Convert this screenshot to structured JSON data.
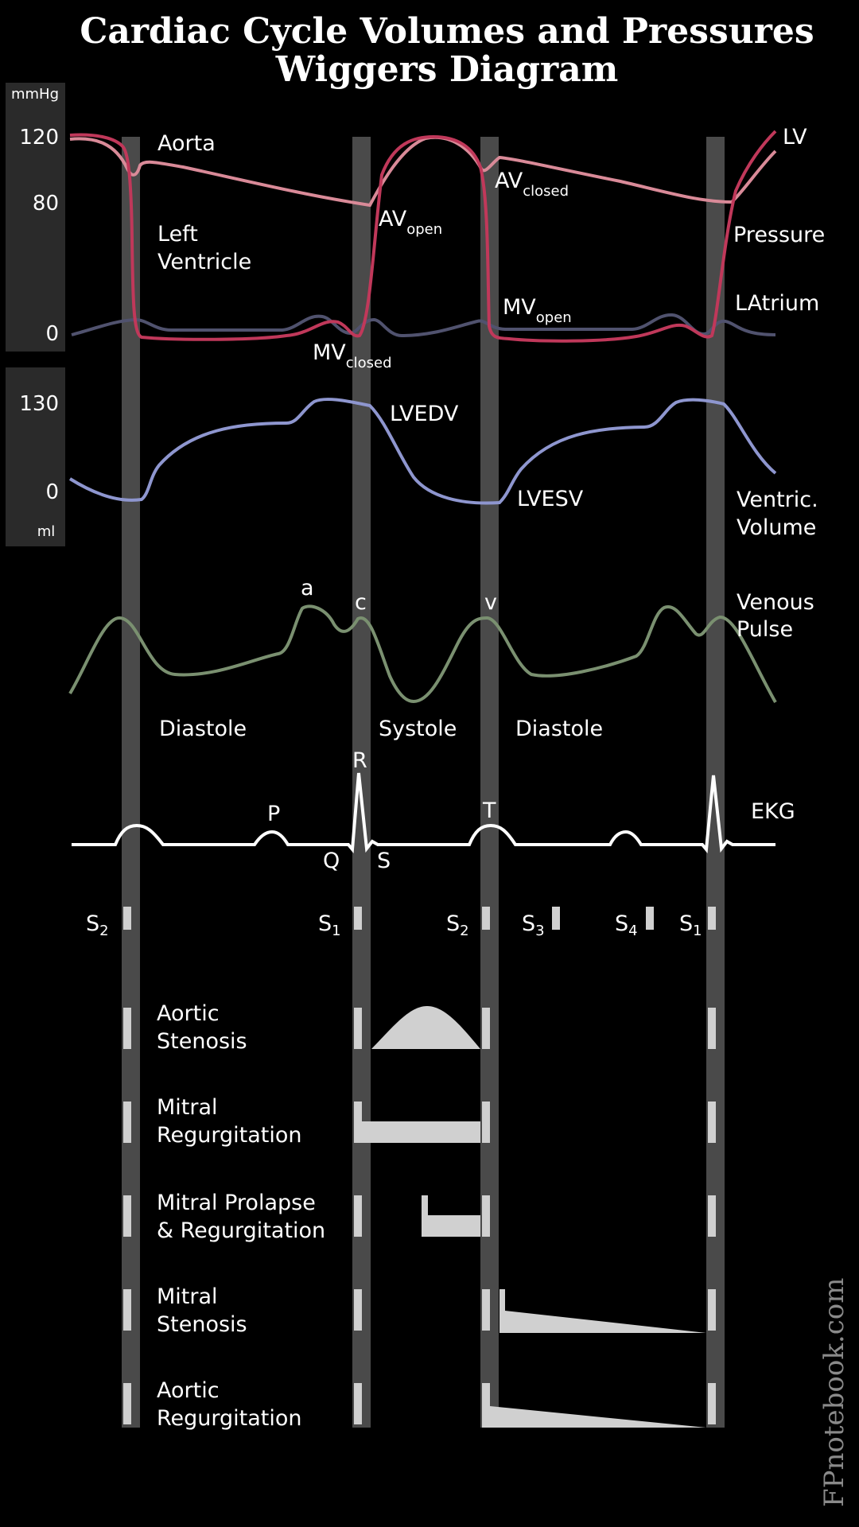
{
  "title": {
    "line1": "Cardiac Cycle Volumes and Pressures",
    "line2": "Wiggers Diagram"
  },
  "pressure_axis": {
    "unit": "mmHg",
    "ticks": [
      "120",
      "80",
      "0"
    ]
  },
  "volume_axis": {
    "unit": "ml",
    "ticks": [
      "130",
      "0"
    ]
  },
  "pressure_labels": {
    "aorta": "Aorta",
    "left_ventricle_1": "Left",
    "left_ventricle_2": "Ventricle",
    "av_open_main": "AV",
    "av_open_sub": "open",
    "av_closed_main": "AV",
    "av_closed_sub": "closed",
    "mv_open_main": "MV",
    "mv_open_sub": "open",
    "mv_closed_main": "MV",
    "mv_closed_sub": "closed",
    "lv": "LV",
    "pressure": "Pressure",
    "latrium": "LAtrium"
  },
  "volume_labels": {
    "lvedv": "LVEDV",
    "lvesv": "LVESV",
    "ventric_1": "Ventric.",
    "ventric_2": "Volume"
  },
  "venous_labels": {
    "a": "a",
    "c": "c",
    "v": "v",
    "venous_1": "Venous",
    "venous_2": "Pulse"
  },
  "phases": {
    "diastole_1": "Diastole",
    "systole": "Systole",
    "diastole_2": "Diastole"
  },
  "ekg_labels": {
    "r": "R",
    "p": "P",
    "t": "T",
    "q": "Q",
    "s": "S",
    "ekg": "EKG"
  },
  "heart_sounds": [
    {
      "main": "S",
      "sub": "2"
    },
    {
      "main": "S",
      "sub": "1"
    },
    {
      "main": "S",
      "sub": "2"
    },
    {
      "main": "S",
      "sub": "3"
    },
    {
      "main": "S",
      "sub": "4"
    },
    {
      "main": "S",
      "sub": "1"
    }
  ],
  "murmurs": [
    {
      "line1": "Aortic",
      "line2": "Stenosis"
    },
    {
      "line1": "Mitral",
      "line2": "Regurgitation"
    },
    {
      "line1": "Mitral Prolapse",
      "line2": "& Regurgitation"
    },
    {
      "line1": "Mitral",
      "line2": "Stenosis"
    },
    {
      "line1": "Aortic",
      "line2": "Regurgitation"
    }
  ],
  "watermark": "FPnotebook.com",
  "colors": {
    "background": "#000000",
    "axis_panel": "#2a2a2a",
    "phase_bar": "#4a4a4a",
    "aorta": "#d98a98",
    "left_ventricle": "#c0385a",
    "left_atrium": "#50526e",
    "volume": "#8e96cf",
    "venous": "#7a9070",
    "ekg": "#ffffff",
    "murmur": "#d0d0d0"
  }
}
